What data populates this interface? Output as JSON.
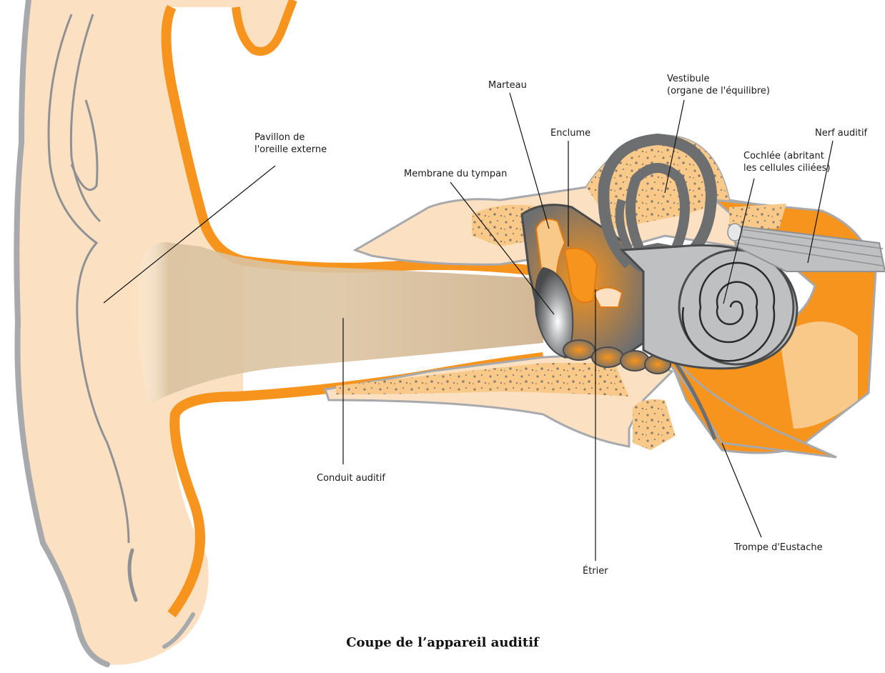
{
  "title": "Coupe de l’appareil auditif",
  "colors": {
    "skin": "#fbe1c2",
    "orange": "#f7941d",
    "bone": "#f9c98a",
    "dark_gray": "#6d6e70",
    "light_gray": "#bfc0c2",
    "canal": "#d8bf9c",
    "outline": "#a7a9ac"
  },
  "labels": {
    "pavillon": [
      "Pavillon de",
      "l'oreille externe"
    ],
    "conduit": "Conduit auditif",
    "tympan": "Membrane du tympan",
    "marteau": "Marteau",
    "enclume": "Enclume",
    "etrier": "Étrier",
    "vestibule": [
      "Vestibule",
      "(organe de l'équilibre)"
    ],
    "cochlee": [
      "Cochlée (abritant",
      "les cellules ciliées)"
    ],
    "nerf": "Nerf auditif",
    "eustache": "Trompe d'Eustache"
  }
}
